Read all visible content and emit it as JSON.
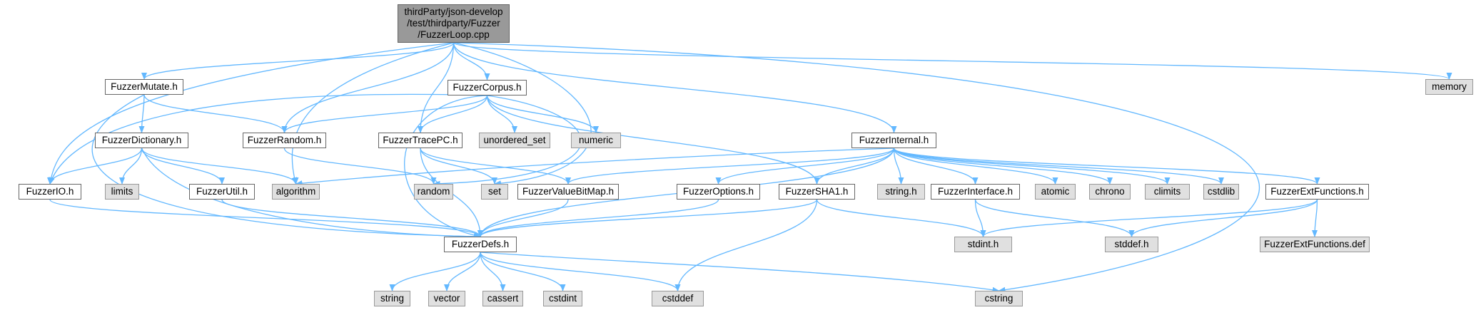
{
  "colors": {
    "edge": "#63b8ff",
    "root_fill": "#999999",
    "local_fill": "#ffffff",
    "system_fill": "#e0e0e0",
    "border": "#666666"
  },
  "nodes": [
    {
      "id": "root",
      "kind": "root",
      "label": "thirdParty/json-develop\n/test/thirdparty/Fuzzer\n/FuzzerLoop.cpp"
    },
    {
      "id": "memory",
      "kind": "sys",
      "label": "memory"
    },
    {
      "id": "mutate",
      "kind": "local",
      "label": "FuzzerMutate.h"
    },
    {
      "id": "corpus",
      "kind": "local",
      "label": "FuzzerCorpus.h"
    },
    {
      "id": "dictionary",
      "kind": "local",
      "label": "FuzzerDictionary.h"
    },
    {
      "id": "random_h",
      "kind": "local",
      "label": "FuzzerRandom.h"
    },
    {
      "id": "tracepc",
      "kind": "local",
      "label": "FuzzerTracePC.h"
    },
    {
      "id": "unordered_set",
      "kind": "sys",
      "label": "unordered_set"
    },
    {
      "id": "numeric",
      "kind": "sys",
      "label": "numeric"
    },
    {
      "id": "internal",
      "kind": "local",
      "label": "FuzzerInternal.h"
    },
    {
      "id": "io",
      "kind": "local",
      "label": "FuzzerIO.h"
    },
    {
      "id": "limits",
      "kind": "sys",
      "label": "limits"
    },
    {
      "id": "util",
      "kind": "local",
      "label": "FuzzerUtil.h"
    },
    {
      "id": "algorithm",
      "kind": "sys",
      "label": "algorithm"
    },
    {
      "id": "random",
      "kind": "sys",
      "label": "random"
    },
    {
      "id": "set",
      "kind": "sys",
      "label": "set"
    },
    {
      "id": "valuebitmap",
      "kind": "local",
      "label": "FuzzerValueBitMap.h"
    },
    {
      "id": "options",
      "kind": "local",
      "label": "FuzzerOptions.h"
    },
    {
      "id": "sha1",
      "kind": "local",
      "label": "FuzzerSHA1.h"
    },
    {
      "id": "string_h",
      "kind": "sys",
      "label": "string.h"
    },
    {
      "id": "interface",
      "kind": "local",
      "label": "FuzzerInterface.h"
    },
    {
      "id": "atomic",
      "kind": "sys",
      "label": "atomic"
    },
    {
      "id": "chrono",
      "kind": "sys",
      "label": "chrono"
    },
    {
      "id": "climits",
      "kind": "sys",
      "label": "climits"
    },
    {
      "id": "cstdlib",
      "kind": "sys",
      "label": "cstdlib"
    },
    {
      "id": "extfunctions",
      "kind": "local",
      "label": "FuzzerExtFunctions.h"
    },
    {
      "id": "defs",
      "kind": "local",
      "label": "FuzzerDefs.h"
    },
    {
      "id": "stdint",
      "kind": "sys",
      "label": "stdint.h"
    },
    {
      "id": "stddef",
      "kind": "sys",
      "label": "stddef.h"
    },
    {
      "id": "extfunctions_def",
      "kind": "sys",
      "label": "FuzzerExtFunctions.def"
    },
    {
      "id": "string",
      "kind": "sys",
      "label": "string"
    },
    {
      "id": "vector",
      "kind": "sys",
      "label": "vector"
    },
    {
      "id": "cassert",
      "kind": "sys",
      "label": "cassert"
    },
    {
      "id": "cstdint",
      "kind": "sys",
      "label": "cstdint"
    },
    {
      "id": "cstddef",
      "kind": "sys",
      "label": "cstddef"
    },
    {
      "id": "cstring",
      "kind": "sys",
      "label": "cstring"
    }
  ],
  "edges": [
    [
      "root",
      "memory"
    ],
    [
      "root",
      "mutate"
    ],
    [
      "root",
      "corpus"
    ],
    [
      "root",
      "random_h"
    ],
    [
      "root",
      "tracepc"
    ],
    [
      "root",
      "internal"
    ],
    [
      "root",
      "io"
    ],
    [
      "root",
      "algorithm"
    ],
    [
      "root",
      "set"
    ],
    [
      "root",
      "cstring"
    ],
    [
      "mutate",
      "dictionary"
    ],
    [
      "mutate",
      "random_h"
    ],
    [
      "mutate",
      "defs"
    ],
    [
      "corpus",
      "io"
    ],
    [
      "corpus",
      "random_h"
    ],
    [
      "corpus",
      "tracepc"
    ],
    [
      "corpus",
      "unordered_set"
    ],
    [
      "corpus",
      "numeric"
    ],
    [
      "corpus",
      "sha1"
    ],
    [
      "corpus",
      "random"
    ],
    [
      "corpus",
      "defs"
    ],
    [
      "dictionary",
      "io"
    ],
    [
      "dictionary",
      "limits"
    ],
    [
      "dictionary",
      "util"
    ],
    [
      "dictionary",
      "algorithm"
    ],
    [
      "dictionary",
      "defs"
    ],
    [
      "random_h",
      "random"
    ],
    [
      "tracepc",
      "set"
    ],
    [
      "tracepc",
      "valuebitmap"
    ],
    [
      "tracepc",
      "defs"
    ],
    [
      "internal",
      "algorithm"
    ],
    [
      "internal",
      "valuebitmap"
    ],
    [
      "internal",
      "options"
    ],
    [
      "internal",
      "sha1"
    ],
    [
      "internal",
      "string_h"
    ],
    [
      "internal",
      "interface"
    ],
    [
      "internal",
      "atomic"
    ],
    [
      "internal",
      "chrono"
    ],
    [
      "internal",
      "climits"
    ],
    [
      "internal",
      "cstdlib"
    ],
    [
      "internal",
      "extfunctions"
    ],
    [
      "internal",
      "defs"
    ],
    [
      "io",
      "defs"
    ],
    [
      "util",
      "defs"
    ],
    [
      "valuebitmap",
      "defs"
    ],
    [
      "options",
      "defs"
    ],
    [
      "sha1",
      "defs"
    ],
    [
      "sha1",
      "stdint"
    ],
    [
      "sha1",
      "cstddef"
    ],
    [
      "interface",
      "stdint"
    ],
    [
      "interface",
      "stddef"
    ],
    [
      "extfunctions",
      "stdint"
    ],
    [
      "extfunctions",
      "stddef"
    ],
    [
      "extfunctions",
      "extfunctions_def"
    ],
    [
      "defs",
      "string"
    ],
    [
      "defs",
      "vector"
    ],
    [
      "defs",
      "cassert"
    ],
    [
      "defs",
      "cstdint"
    ],
    [
      "defs",
      "cstddef"
    ],
    [
      "defs",
      "cstring"
    ]
  ]
}
